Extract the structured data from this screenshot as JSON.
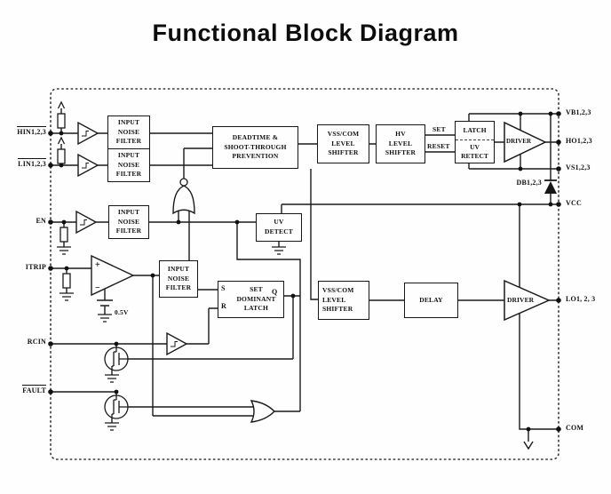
{
  "title": "Functional Block Diagram",
  "colors": {
    "line": "#1a1a1a",
    "background": "#fefefe"
  },
  "pins": {
    "left": [
      {
        "label": "HIN1,2,3",
        "overline": true
      },
      {
        "label": "LIN1,2,3",
        "overline": true
      },
      {
        "label": "EN",
        "overline": false
      },
      {
        "label": "ITRIP",
        "overline": false
      },
      {
        "label": "RCIN",
        "overline": false
      },
      {
        "label": "FAULT",
        "overline": true
      }
    ],
    "right": {
      "vb": "VB1,2,3",
      "ho": "HO1,2,3",
      "vs": "VS1,2,3",
      "vcc": "VCC",
      "lo": "LO1, 2, 3",
      "com": "COM"
    },
    "db_label": "DB1,2,3"
  },
  "blocks": {
    "input_noise_filter": "INPUT\nNOISE\nFILTER",
    "deadtime": "DEADTIME &\nSHOOT-THROUGH\nPREVENTION",
    "vss_com_level_shifter": "VSS/COM\nLEVEL\nSHIFTER",
    "hv_level_shifter": "HV\nLEVEL\nSHIFTER",
    "latch": "LATCH",
    "uv_retect": "UV\nRETECT",
    "uv_detect": "UV\nDETECT",
    "set_dominant_latch": "SET\nDOMINANT\nLATCH",
    "delay": "DELAY",
    "driver": "DRIVER"
  },
  "signals": {
    "set": "SET",
    "reset": "RESET",
    "s": "S",
    "r": "R",
    "q": "Q",
    "vref": "0.5V"
  }
}
